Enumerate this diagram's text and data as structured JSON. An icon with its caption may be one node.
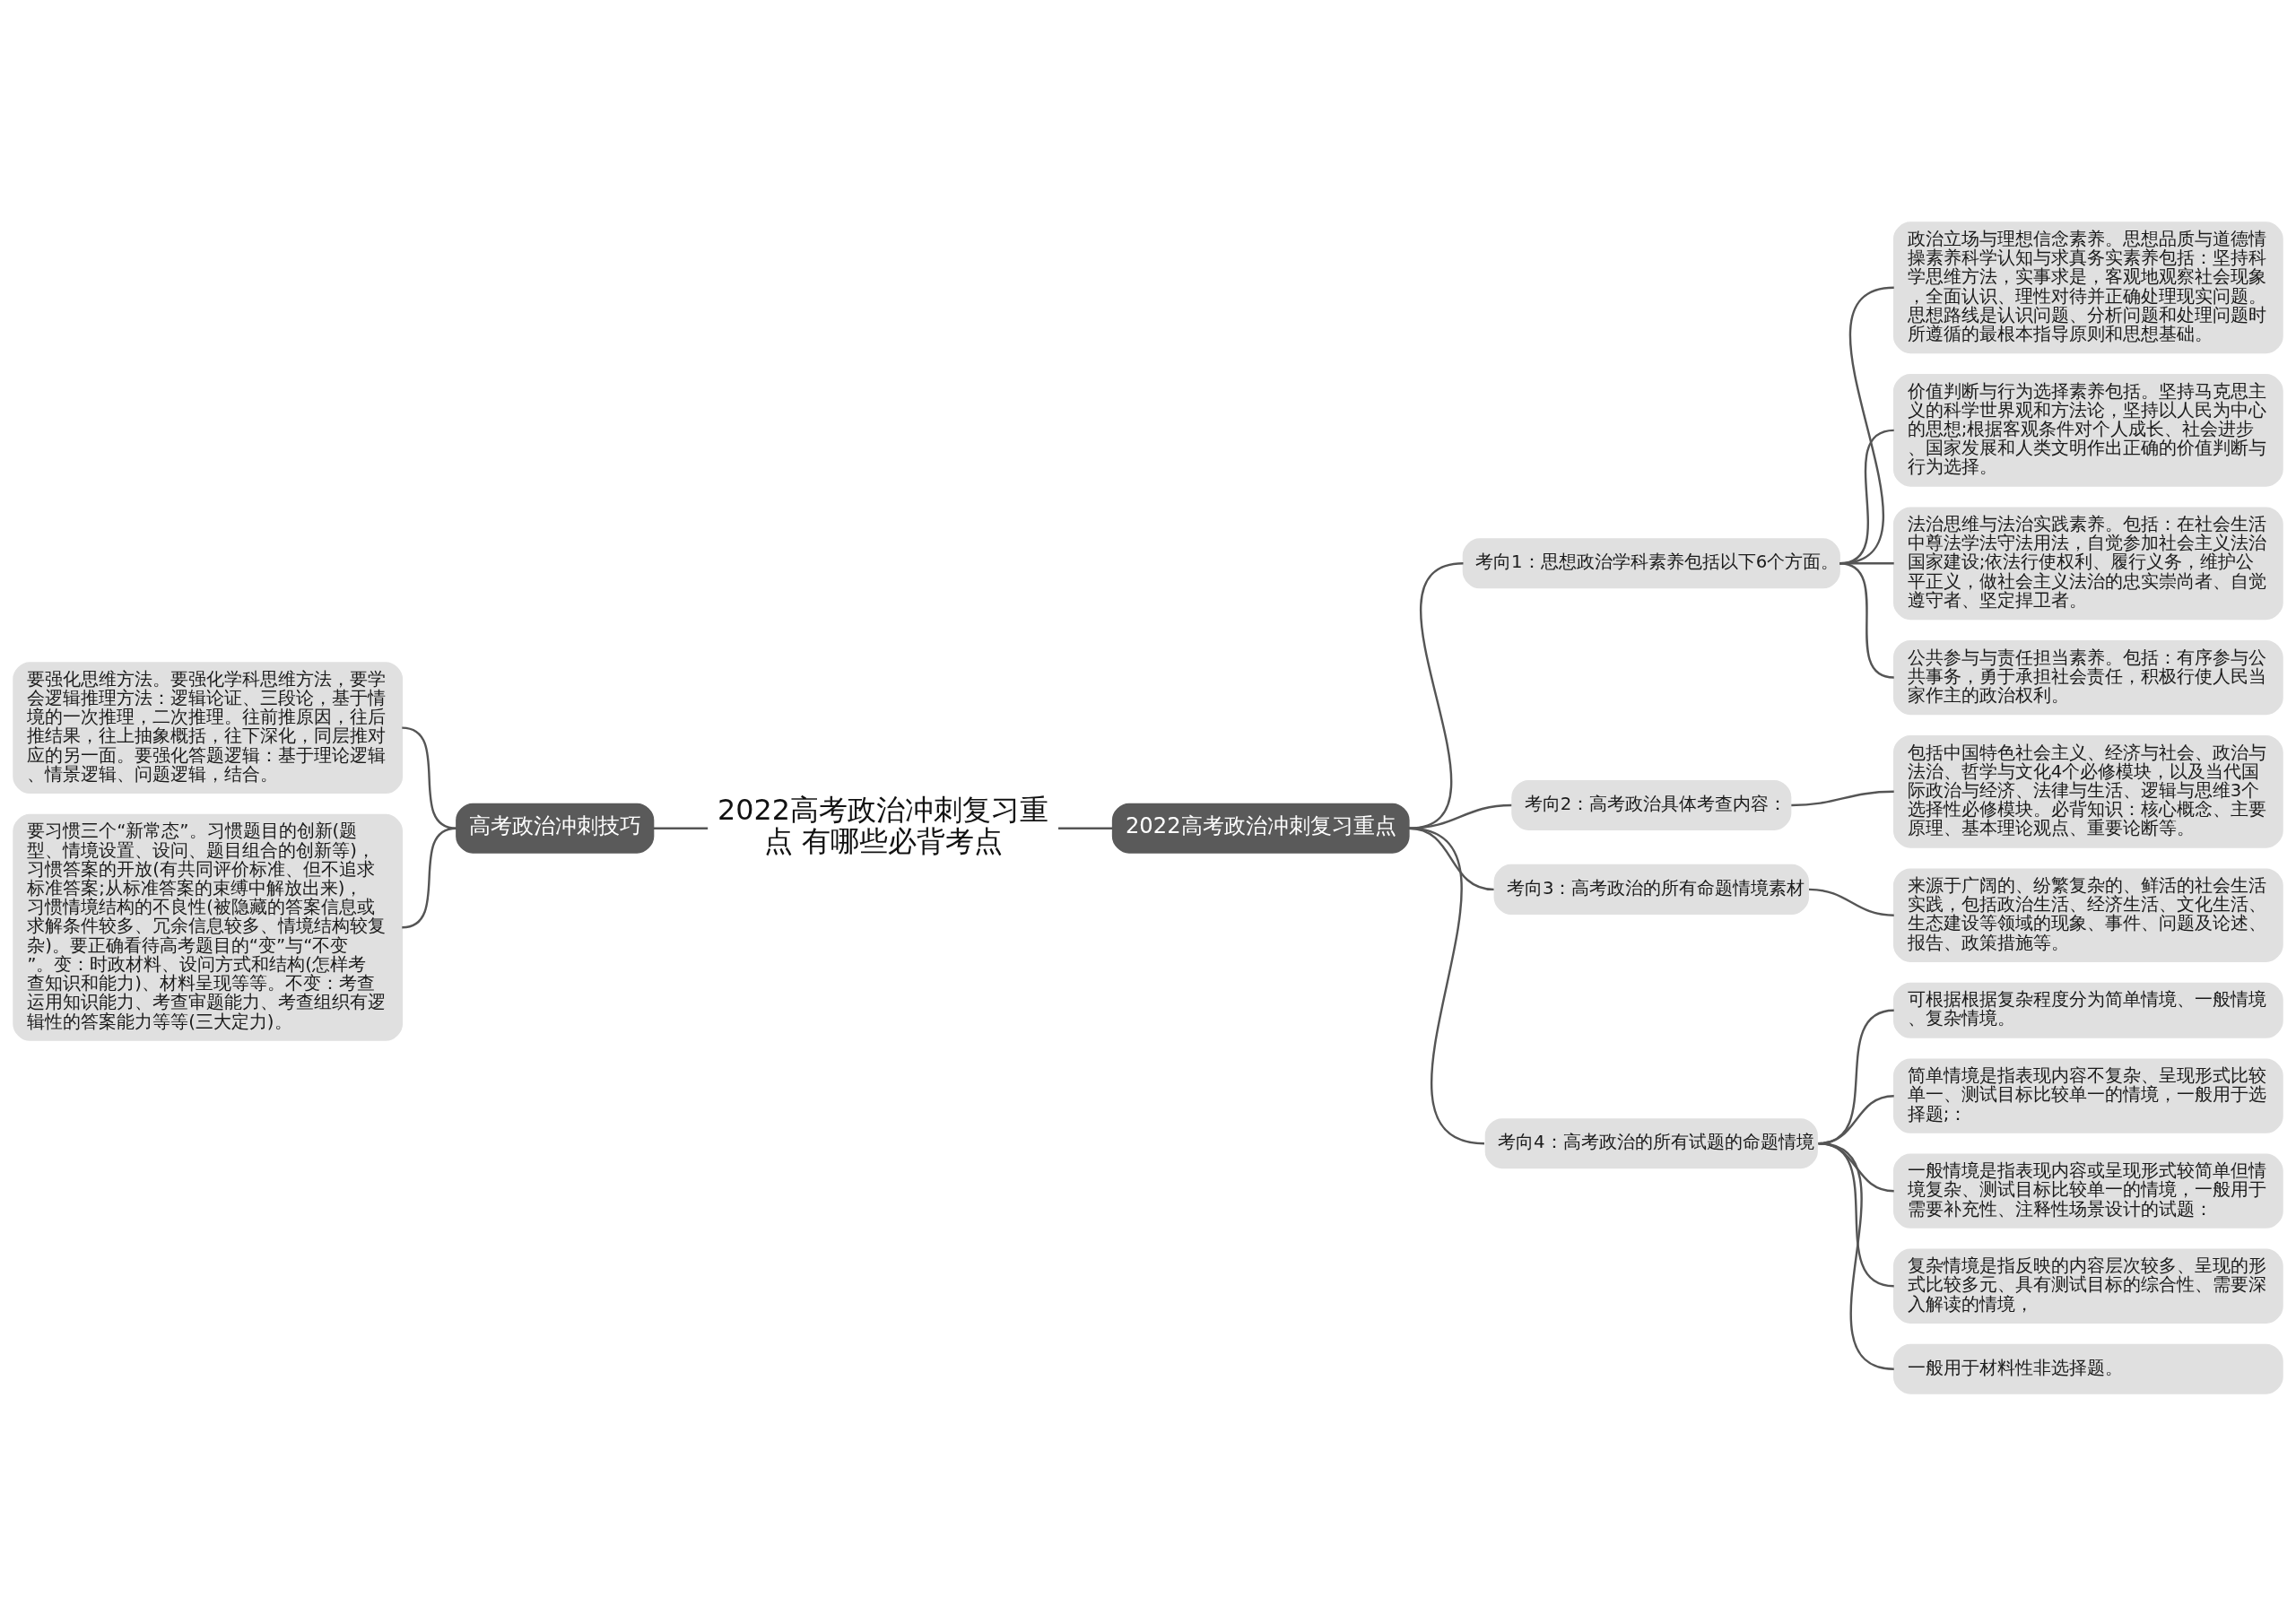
{
  "diagram": {
    "nodes": [
      {
        "text": [
          "2022高考政治冲刺复习重点 有哪些必背考点"
        ]
      },
      {
        "text": [
          "高考政治冲刺技巧"
        ]
      },
      {
        "text": [
          "要强化思维方法。要强化学科思维方法，要学会逻辑推理方法：逻辑论证、三段论，基于情境的一次推理，二次推理。往前推原因，往后推结果，往上抽象概括，往下深化，同层推对应的另一面。要强化答题逻辑：基于理论逻辑、情景逻辑、问题逻辑，结合。"
        ]
      },
      {
        "text": [
          "要习惯三个“新常态”。习惯题目的创新(题型、情境设置、设问、题目组合的创新等)，习惯答案的开放(有共同评价标准、但不追求标准答案;从标准答案的束缚中解放出来)，习惯情境结构的不良性(被隐藏的答案信息或求解条件较多、冗余信息较多、情境结构较复杂)。要正确看待高考题目的“变”与“不变”。变：时政材料、设问方式和结构(怎样考查知识和能力)、材料呈现等等。不变：考查运用知识能力、考查审题能力、考查组织有逻辑性的答案能力等等(三大定力)。"
        ]
      },
      {
        "text": [
          "2022高考政治冲刺复习重点"
        ]
      },
      {
        "text": [
          "考向1：思想政治学科素养包括以下6个方面。"
        ]
      },
      {
        "text": [
          "政治立场与理想信念素养。思想品质与道德情操素养科学认知与求真务实素养包括：坚持科学思维方法，实事求是，客观地观察社会现象，全面认识、理性对待并正确处理现实问题。思想路线是认识问题、分析问题和处理问题时所遵循的最根本指导原则和思想基础。"
        ]
      },
      {
        "text": [
          "价值判断与行为选择素养包括。坚持马克思主义的科学世界观和方法论，坚持以人民为中心的思想;根据客观条件对个人成长、社会进步、国家发展和人类文明作出正确的价值判断与行为选择。"
        ]
      },
      {
        "text": [
          "法治思维与法治实践素养。包括：在社会生活中尊法学法守法用法，自觉参加社会主义法治国家建设;依法行使权利、履行义务，维护公平正义，做社会主义法治的忠实崇尚者、自觉遵守者、坚定捍卫者。"
        ]
      },
      {
        "text": [
          "公共参与与责任担当素养。包括：有序参与公共事务，勇于承担社会责任，积极行使人民当家作主的政治权利。"
        ]
      },
      {
        "text": [
          "考向2：高考政治具体考查内容："
        ]
      },
      {
        "text": [
          "包括中国特色社会主义、经济与社会、政治与法治、哲学与文化4个必修模块，以及当代国际政治与经济、法律与生活、逻辑与思维3个选择性必修模块。必背知识：核心概念、主要原理、基本理论观点、重要论断等。"
        ]
      },
      {
        "text": [
          "考向3：高考政治的所有命题情境素材"
        ]
      },
      {
        "text": [
          "来源于广阔的、纷繁复杂的、鲜活的社会生活实践，包括政治生活、经济生活、文化生活、生态建设等领域的现象、事件、问题及论述、报告、政策措施等。"
        ]
      },
      {
        "text": [
          "考向4：高考政治的所有试题的命题情境"
        ]
      },
      {
        "text": [
          "可根据根据复杂程度分为简单情境、一般情境、复杂情境。"
        ]
      },
      {
        "text": [
          "简单情境是指表现内容不复杂、呈现形式比较单一、测试目标比较单一的情境，一般用于选择题;："
        ]
      },
      {
        "text": [
          "一般情境是指表现内容或呈现形式较简单但情境复杂、测试目标比较单一的情境，一般用于需要补充性、注释性场景设计的试题："
        ]
      },
      {
        "text": [
          "复杂情境是指反映的内容层次较多、呈现的形式比较多元、具有测试目标的综合性、需要深入解读的情境，"
        ]
      },
      {
        "text": [
          "一般用于材料性非选择题。"
        ]
      }
    ],
    "edges": [
      {
        "from": 0,
        "to": 1,
        "arrow": "none"
      },
      {
        "from": 1,
        "to": 2,
        "arrow": "none"
      },
      {
        "from": 1,
        "to": 3,
        "arrow": "none"
      },
      {
        "from": 0,
        "to": 4,
        "arrow": "none"
      },
      {
        "from": 4,
        "to": 5,
        "arrow": "none"
      },
      {
        "from": 5,
        "to": 6,
        "arrow": "none"
      },
      {
        "from": 5,
        "to": 7,
        "arrow": "none"
      },
      {
        "from": 5,
        "to": 8,
        "arrow": "none"
      },
      {
        "from": 5,
        "to": 9,
        "arrow": "none"
      },
      {
        "from": 4,
        "to": 10,
        "arrow": "none"
      },
      {
        "from": 10,
        "to": 11,
        "arrow": "none"
      },
      {
        "from": 4,
        "to": 12,
        "arrow": "none"
      },
      {
        "from": 12,
        "to": 13,
        "arrow": "none"
      },
      {
        "from": 4,
        "to": 14,
        "arrow": "none"
      },
      {
        "from": 14,
        "to": 15,
        "arrow": "none"
      },
      {
        "from": 14,
        "to": 16,
        "arrow": "none"
      },
      {
        "from": 14,
        "to": 17,
        "arrow": "none"
      },
      {
        "from": 14,
        "to": 18,
        "arrow": "none"
      },
      {
        "from": 14,
        "to": 19,
        "arrow": "none"
      }
    ]
  }
}
